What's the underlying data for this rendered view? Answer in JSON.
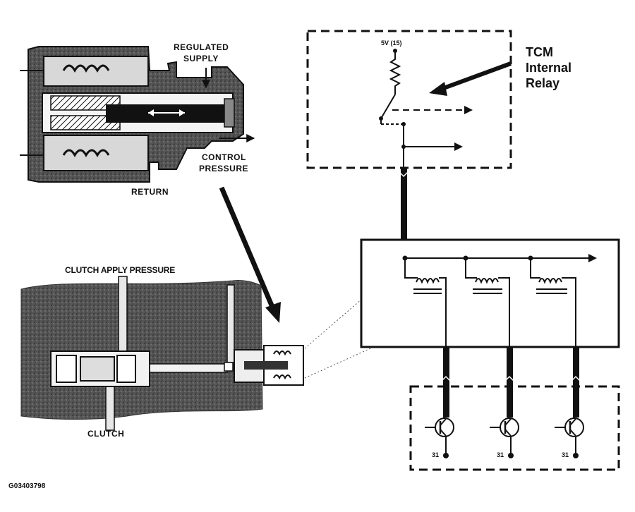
{
  "labels": {
    "regulated_supply_1": "REGULATED",
    "regulated_supply_2": "SUPPLY",
    "control_pressure_1": "CONTROL",
    "control_pressure_2": "PRESSURE",
    "return": "RETURN",
    "clutch_apply_pressure": "CLUTCH APPLY PRESSURE",
    "clutch": "CLUTCH",
    "tcm_1": "TCM",
    "tcm_2": "Internal",
    "tcm_3": "Relay",
    "voltage": "5V (15)",
    "ground_1": "31",
    "ground_2": "31",
    "ground_3": "31",
    "figure_id": "G03403798"
  },
  "colors": {
    "ink": "#111111",
    "casting": "#5a5a5a",
    "background": "#ffffff"
  },
  "icons": {
    "valve": "solenoid-valve-cutaway",
    "clutch_body": "clutch-valve-body",
    "relay": "relay-switch-symbol",
    "transistor": "npn-transistor-symbol",
    "coil": "solenoid-coil-symbol"
  }
}
